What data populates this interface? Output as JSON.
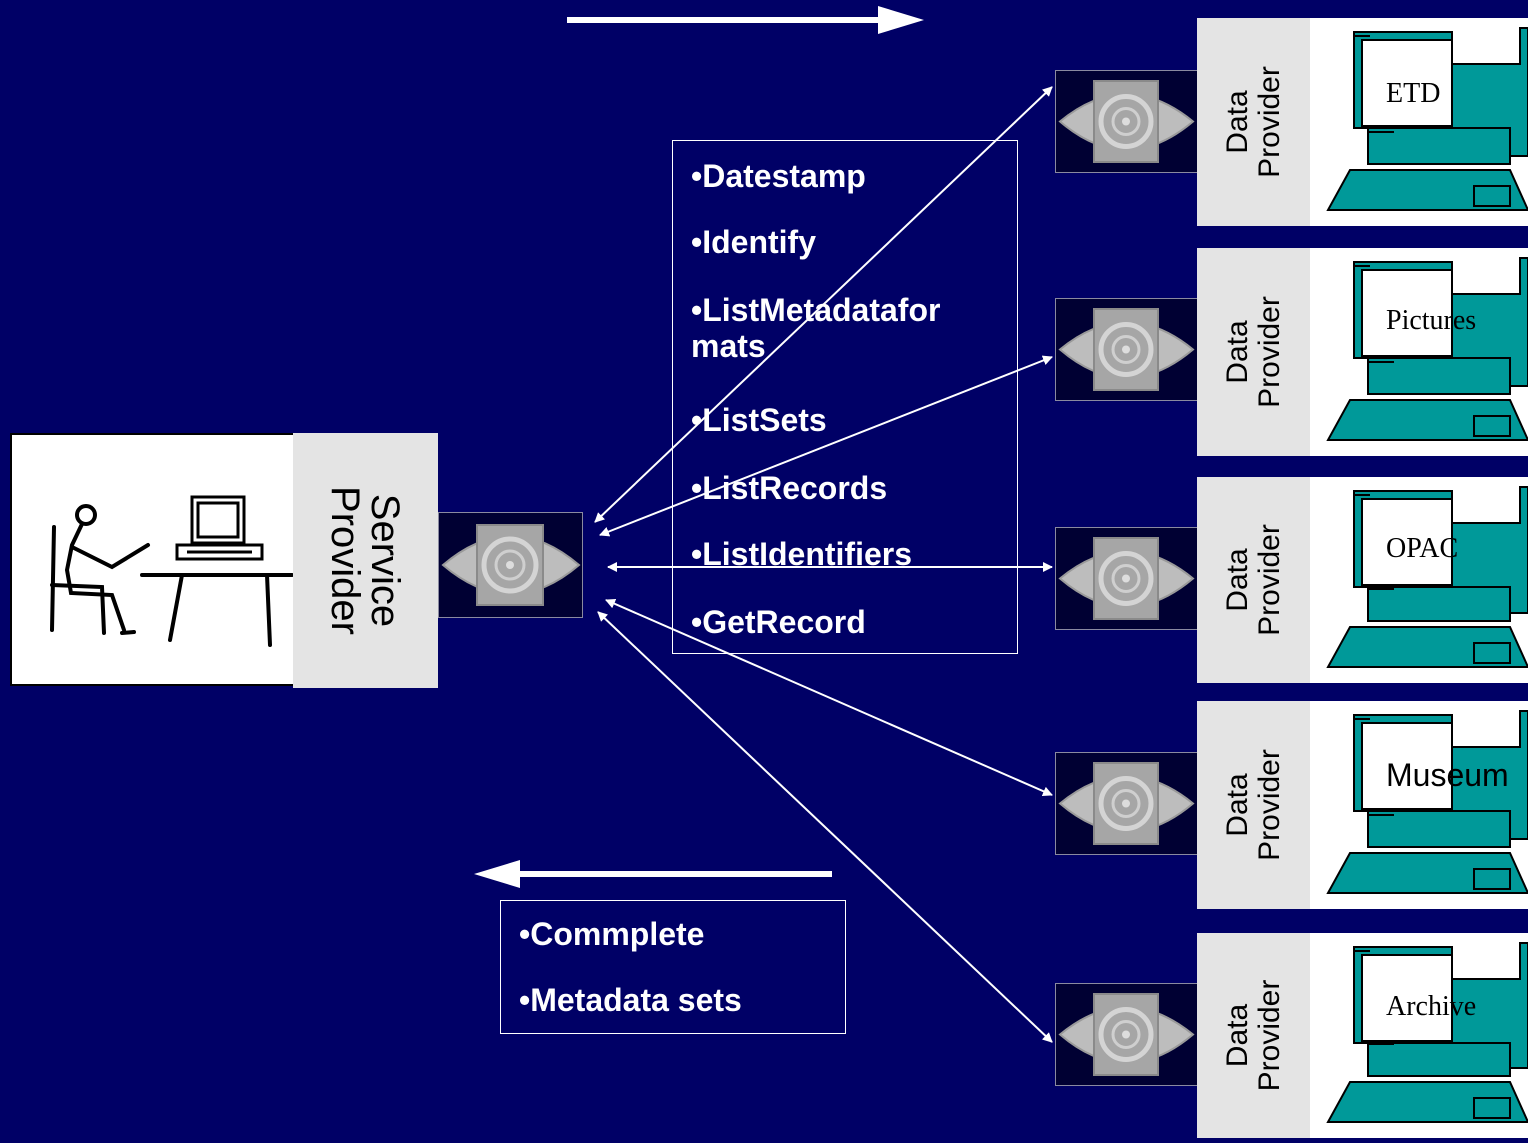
{
  "service_provider": {
    "label_line1": "Service",
    "label_line2": "Provider"
  },
  "data_provider_label": {
    "line1": "Data",
    "line2": "Provider"
  },
  "verbs": {
    "bullet": "•",
    "items": [
      "Datestamp",
      "Identify",
      "ListMetadatafor mats",
      "ListSets",
      "ListRecords",
      "ListIdentifiers",
      "GetRecord"
    ]
  },
  "responses": {
    "bullet": "•",
    "items": [
      "Commplete",
      "Metadata sets"
    ]
  },
  "repositories": [
    "ETD",
    "Pictures",
    "OPAC",
    "Museum",
    "Archive"
  ],
  "colors": {
    "background": "#000066",
    "computer": "#009999",
    "label_panel": "#e4e4e4",
    "arrows": "#ffffff"
  }
}
